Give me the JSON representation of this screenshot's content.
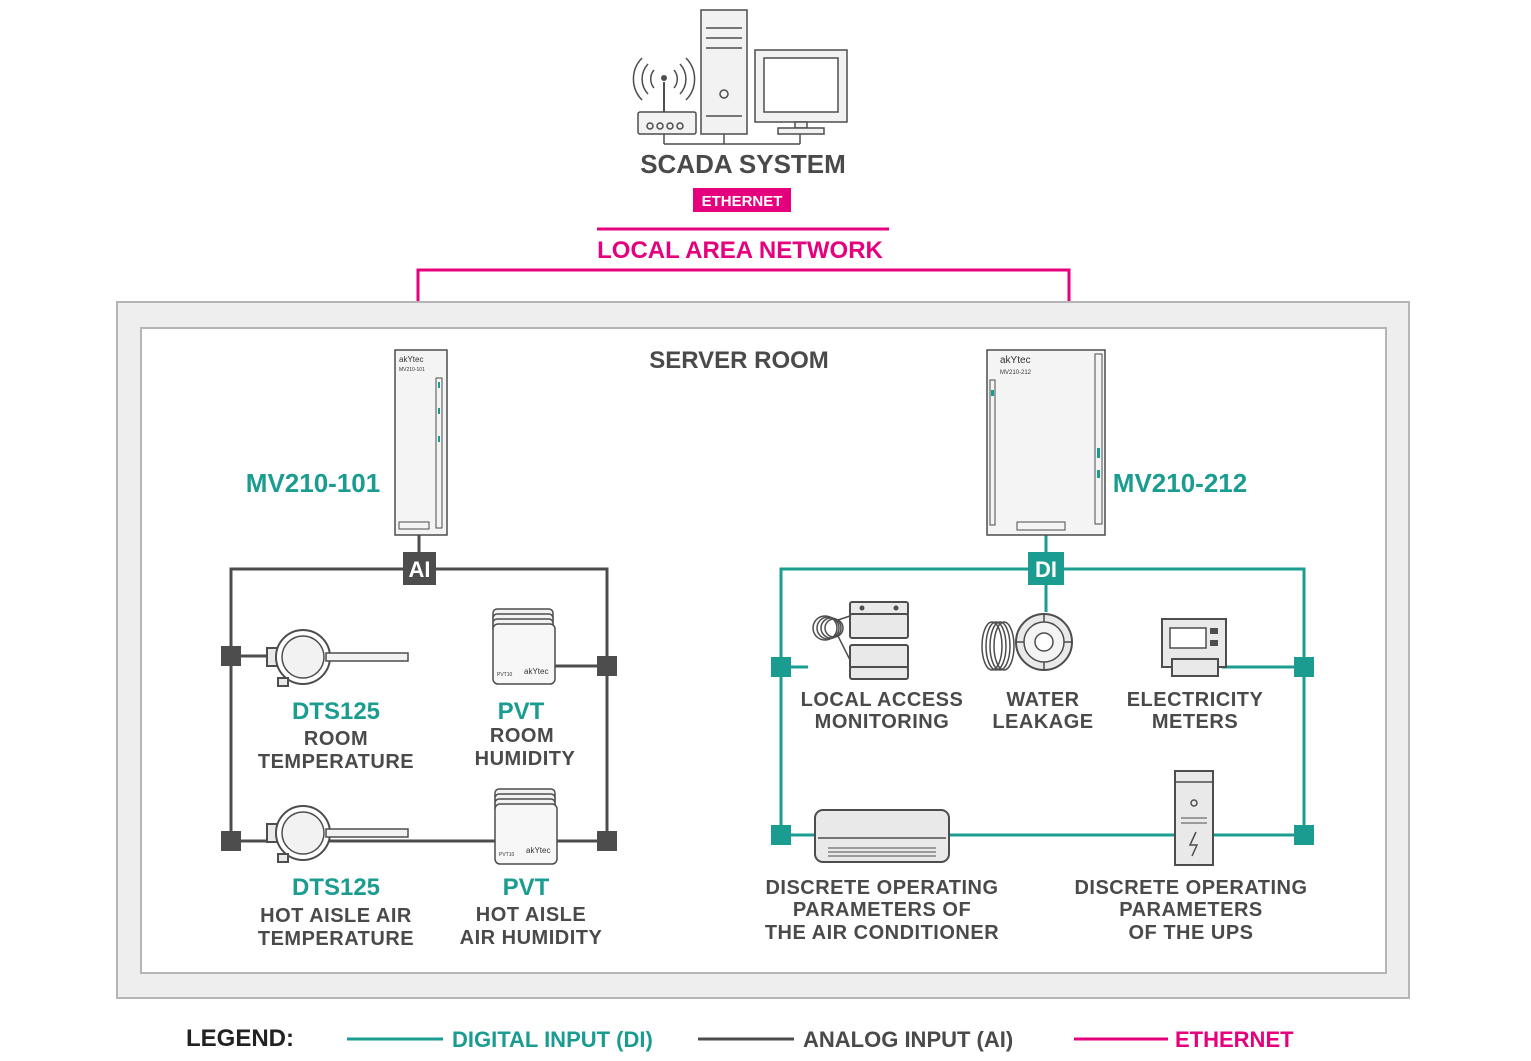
{
  "colors": {
    "digital": "#1a9c91",
    "analog": "#4d4d4d",
    "ethernet": "#e5007e",
    "text": "#4a4a4a",
    "room_border": "#b5b5b5",
    "room_fill": "#eeeeee"
  },
  "scada": {
    "title": "SCADA SYSTEM",
    "icons": [
      "router-icon",
      "pc-tower-icon",
      "monitor-icon"
    ]
  },
  "network": {
    "badge": "ETHERNET",
    "label": "LOCAL AREA NETWORK"
  },
  "room": {
    "title": "SERVER ROOM"
  },
  "modules": {
    "left": {
      "name": "MV210-101",
      "brand": "akYtec",
      "model": "MV210-101",
      "port": "AI"
    },
    "right": {
      "name": "MV210-212",
      "brand": "akYtec",
      "model": "MV210-212",
      "port": "DI"
    }
  },
  "sensors": {
    "dts1": {
      "name": "DTS125",
      "line1": "ROOM",
      "line2": "TEMPERATURE"
    },
    "pvt1": {
      "name": "PVT",
      "line1": "ROOM",
      "line2": "HUMIDITY",
      "model": "PVT10",
      "brand": "akYtec"
    },
    "dts2": {
      "name": "DTS125",
      "line1": "HOT AISLE AIR",
      "line2": "TEMPERATURE"
    },
    "pvt2": {
      "name": "PVT",
      "line1": "HOT AISLE",
      "line2": "AIR HUMIDITY",
      "model": "PVT10",
      "brand": "akYtec"
    }
  },
  "inputs": {
    "access": {
      "line1": "LOCAL ACCESS",
      "line2": "MONITORING"
    },
    "water": {
      "line1": "WATER",
      "line2": "LEAKAGE"
    },
    "meters": {
      "line1": "ELECTRICITY",
      "line2": "METERS"
    },
    "aircon": {
      "line1": "DISCRETE OPERATING",
      "line2": "PARAMETERS OF",
      "line3": "THE AIR CONDITIONER"
    },
    "ups": {
      "line1": "DISCRETE OPERATING",
      "line2": "PARAMETERS",
      "line3": "OF THE UPS"
    }
  },
  "legend": {
    "title": "LEGEND:",
    "items": [
      {
        "label": "DIGITAL INPUT (DI)",
        "color": "#1a9c91"
      },
      {
        "label": "ANALOG INPUT (AI)",
        "color": "#4d4d4d"
      },
      {
        "label": "ETHERNET",
        "color": "#e5007e"
      }
    ]
  }
}
